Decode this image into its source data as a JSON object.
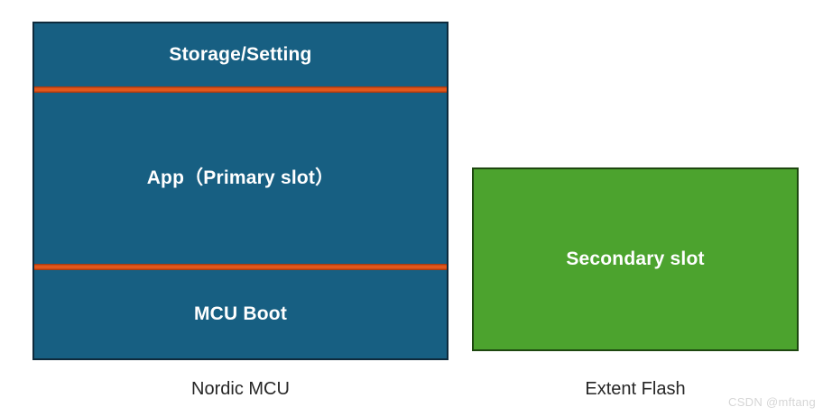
{
  "diagram": {
    "mcu_stack": {
      "fill_color": "#175f82",
      "border_color": "#0e2a3c",
      "divider_color": "#cb4a17",
      "caption": "Nordic MCU",
      "regions": [
        {
          "label": "Storage/Setting"
        },
        {
          "label": "App（Primary slot）"
        },
        {
          "label": "MCU Boot"
        }
      ]
    },
    "flash_block": {
      "fill_color": "#4ca32e",
      "border_color": "#1e4710",
      "caption": "Extent Flash",
      "label": "Secondary slot"
    }
  },
  "watermark": {
    "text": "CSDN @mftang"
  }
}
